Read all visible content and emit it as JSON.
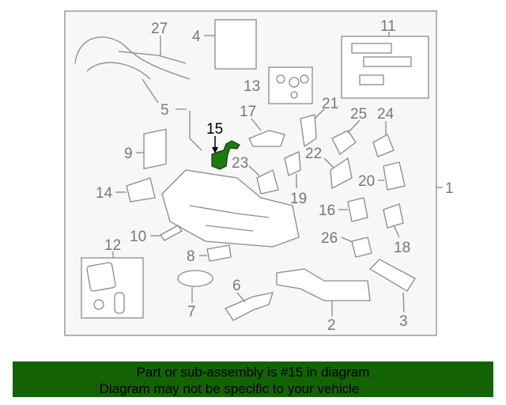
{
  "diagram": {
    "labels": [
      "27",
      "4",
      "11",
      "13",
      "5",
      "17",
      "21",
      "25",
      "24",
      "15",
      "9",
      "22",
      "23",
      "20",
      "14",
      "19",
      "1",
      "16",
      "18",
      "12",
      "10",
      "26",
      "8",
      "6",
      "7",
      "2",
      "3"
    ],
    "highlighted_part": "15",
    "highlight_color": "#1e7a12"
  },
  "banner": {
    "line1": "Part or sub-assembly is #15 in diagram",
    "line2": "Diagram may not be specific to your vehicle",
    "background": "#136305"
  }
}
